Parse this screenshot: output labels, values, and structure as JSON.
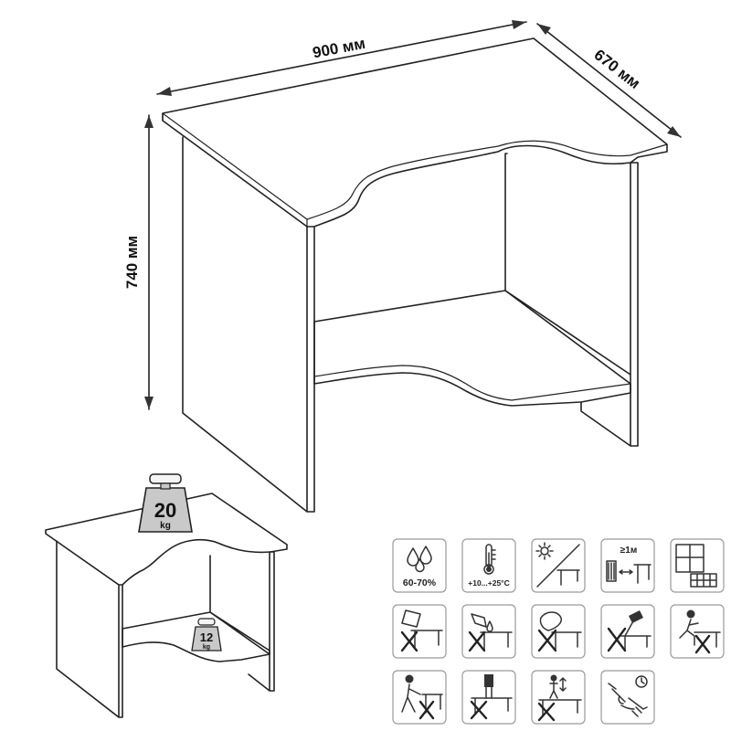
{
  "dimensions": {
    "width": "900 мм",
    "depth": "670 мм",
    "height": "740 мм"
  },
  "load_limits": {
    "top_weight": {
      "value": "20",
      "unit": "kg"
    },
    "shelf_weight": {
      "value": "12",
      "unit": "kg"
    }
  },
  "care_icons": {
    "humidity": {
      "label": "60-70%",
      "icon": "humidity-drops-icon"
    },
    "temperature": {
      "label": "+10...+25°C",
      "icon": "thermometer-icon"
    },
    "sunlight": {
      "icon": "no-direct-sunlight-icon"
    },
    "heater_distance": {
      "label": "≥1м",
      "icon": "heater-distance-icon"
    },
    "ventilation": {
      "icon": "window-room-icon"
    },
    "no_wet_cleaning": {
      "icon": "no-wet-cloth-icon"
    },
    "no_liquids": {
      "icon": "no-liquids-icon"
    },
    "no_abrasive": {
      "icon": "no-abrasive-icon"
    },
    "no_impact": {
      "icon": "no-hammer-icon"
    },
    "no_standing": {
      "icon": "no-climbing-icon"
    },
    "no_dragging": {
      "icon": "no-dragging-icon"
    },
    "no_sharp_objects": {
      "icon": "no-sharp-objects-icon"
    },
    "no_extra_load": {
      "icon": "no-load-icon"
    },
    "periodic_tightening": {
      "icon": "tightening-maintenance-icon"
    }
  }
}
